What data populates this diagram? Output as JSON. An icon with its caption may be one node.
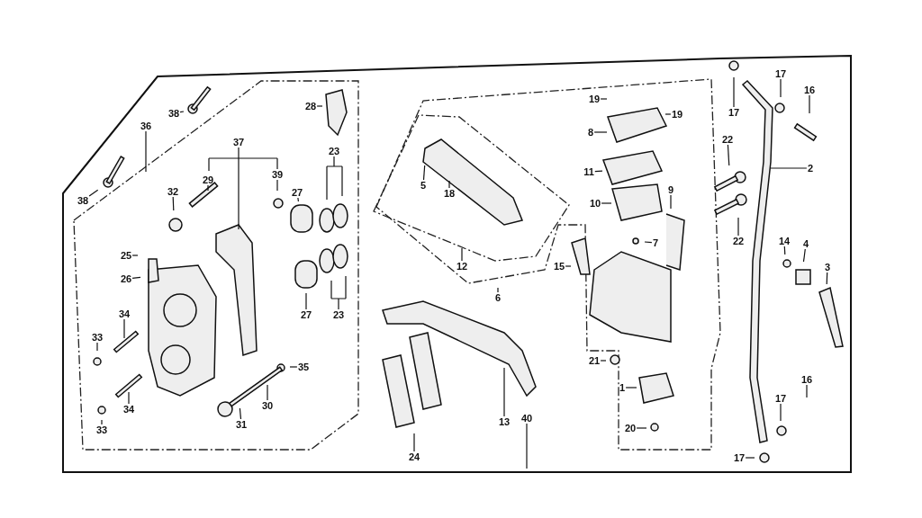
{
  "diagram": {
    "nodes": [
      {
        "text": [
          "38"
        ]
      },
      {
        "text": [
          "36"
        ]
      },
      {
        "text": [
          "38"
        ]
      },
      {
        "text": [
          "37"
        ]
      },
      {
        "text": [
          "29"
        ]
      },
      {
        "text": [
          "39"
        ]
      },
      {
        "text": [
          "32"
        ]
      },
      {
        "text": [
          "28"
        ]
      },
      {
        "text": [
          "23"
        ]
      },
      {
        "text": [
          "27"
        ]
      },
      {
        "text": [
          "27"
        ]
      },
      {
        "text": [
          "23"
        ]
      },
      {
        "text": [
          "25"
        ]
      },
      {
        "text": [
          "26"
        ]
      },
      {
        "text": [
          "34"
        ]
      },
      {
        "text": [
          "33"
        ]
      },
      {
        "text": [
          "34"
        ]
      },
      {
        "text": [
          "33"
        ]
      },
      {
        "text": [
          "35"
        ]
      },
      {
        "text": [
          "30"
        ]
      },
      {
        "text": [
          "31"
        ]
      },
      {
        "text": [
          "5"
        ]
      },
      {
        "text": [
          "18"
        ]
      },
      {
        "text": [
          "12"
        ]
      },
      {
        "text": [
          "6"
        ]
      },
      {
        "text": [
          "13"
        ]
      },
      {
        "text": [
          "40"
        ]
      },
      {
        "text": [
          "24"
        ]
      },
      {
        "text": [
          "15"
        ]
      },
      {
        "text": [
          "19"
        ]
      },
      {
        "text": [
          "19"
        ]
      },
      {
        "text": [
          "8"
        ]
      },
      {
        "text": [
          "11"
        ]
      },
      {
        "text": [
          "10"
        ]
      },
      {
        "text": [
          "9"
        ]
      },
      {
        "text": [
          "7"
        ]
      },
      {
        "text": [
          "21"
        ]
      },
      {
        "text": [
          "1"
        ]
      },
      {
        "text": [
          "20"
        ]
      },
      {
        "text": [
          "17"
        ]
      },
      {
        "text": [
          "17"
        ]
      },
      {
        "text": [
          "16"
        ]
      },
      {
        "text": [
          "22"
        ]
      },
      {
        "text": [
          "2"
        ]
      },
      {
        "text": [
          "22"
        ]
      },
      {
        "text": [
          "14"
        ]
      },
      {
        "text": [
          "4"
        ]
      },
      {
        "text": [
          "3"
        ]
      },
      {
        "text": [
          "16"
        ]
      },
      {
        "text": [
          "17"
        ]
      },
      {
        "text": [
          "17"
        ]
      }
    ],
    "edges": [
      {
        "from": 0,
        "to": null,
        "arrow": "none"
      },
      {
        "from": 1,
        "to": null,
        "arrow": "none"
      },
      {
        "from": 2,
        "to": null,
        "arrow": "none"
      },
      {
        "from": 3,
        "to": null,
        "arrow": "none"
      },
      {
        "from": 4,
        "to": null,
        "arrow": "none"
      },
      {
        "from": 5,
        "to": null,
        "arrow": "none"
      },
      {
        "from": 6,
        "to": null,
        "arrow": "none"
      },
      {
        "from": 7,
        "to": null,
        "arrow": "none"
      },
      {
        "from": 8,
        "to": null,
        "arrow": "none"
      },
      {
        "from": 9,
        "to": null,
        "arrow": "none"
      },
      {
        "from": 10,
        "to": null,
        "arrow": "none"
      },
      {
        "from": 11,
        "to": null,
        "arrow": "none"
      },
      {
        "from": 12,
        "to": null,
        "arrow": "none"
      },
      {
        "from": 13,
        "to": null,
        "arrow": "none"
      },
      {
        "from": 14,
        "to": null,
        "arrow": "none"
      },
      {
        "from": 15,
        "to": null,
        "arrow": "none"
      },
      {
        "from": 16,
        "to": null,
        "arrow": "none"
      },
      {
        "from": 17,
        "to": null,
        "arrow": "none"
      },
      {
        "from": 18,
        "to": null,
        "arrow": "none"
      },
      {
        "from": 19,
        "to": null,
        "arrow": "none"
      },
      {
        "from": 20,
        "to": null,
        "arrow": "none"
      },
      {
        "from": 21,
        "to": null,
        "arrow": "none"
      },
      {
        "from": 22,
        "to": null,
        "arrow": "none"
      },
      {
        "from": 23,
        "to": null,
        "arrow": "none"
      },
      {
        "from": 24,
        "to": null,
        "arrow": "none"
      },
      {
        "from": 25,
        "to": null,
        "arrow": "none"
      },
      {
        "from": 26,
        "to": null,
        "arrow": "none"
      },
      {
        "from": 27,
        "to": null,
        "arrow": "none"
      },
      {
        "from": 28,
        "to": null,
        "arrow": "none"
      },
      {
        "from": 29,
        "to": null,
        "arrow": "none"
      },
      {
        "from": 30,
        "to": null,
        "arrow": "none"
      },
      {
        "from": 31,
        "to": null,
        "arrow": "none"
      },
      {
        "from": 32,
        "to": null,
        "arrow": "none"
      },
      {
        "from": 33,
        "to": null,
        "arrow": "none"
      },
      {
        "from": 34,
        "to": null,
        "arrow": "none"
      },
      {
        "from": 35,
        "to": null,
        "arrow": "none"
      },
      {
        "from": 36,
        "to": null,
        "arrow": "none"
      },
      {
        "from": 37,
        "to": null,
        "arrow": "none"
      },
      {
        "from": 38,
        "to": null,
        "arrow": "none"
      },
      {
        "from": 39,
        "to": null,
        "arrow": "none"
      },
      {
        "from": 40,
        "to": null,
        "arrow": "none"
      },
      {
        "from": 41,
        "to": null,
        "arrow": "none"
      },
      {
        "from": 42,
        "to": null,
        "arrow": "none"
      },
      {
        "from": 43,
        "to": null,
        "arrow": "none"
      },
      {
        "from": 44,
        "to": null,
        "arrow": "none"
      },
      {
        "from": 45,
        "to": null,
        "arrow": "none"
      },
      {
        "from": 46,
        "to": null,
        "arrow": "none"
      },
      {
        "from": 47,
        "to": null,
        "arrow": "none"
      },
      {
        "from": 48,
        "to": null,
        "arrow": "none"
      },
      {
        "from": 49,
        "to": null,
        "arrow": "none"
      },
      {
        "from": 50,
        "to": null,
        "arrow": "none"
      }
    ]
  }
}
